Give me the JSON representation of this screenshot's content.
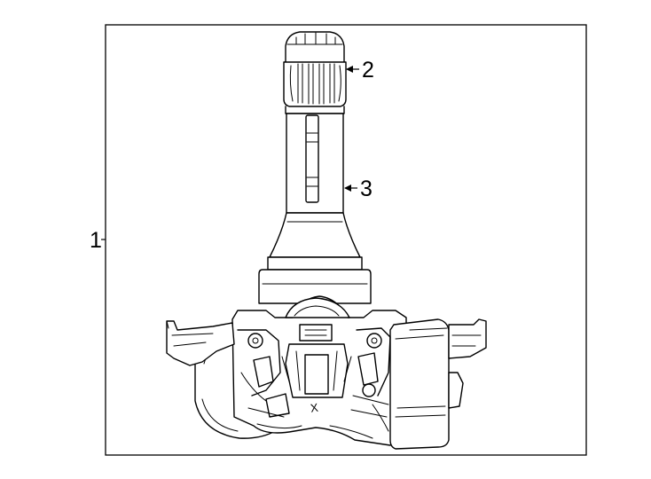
{
  "callouts": {
    "part_1": "1",
    "part_2": "2",
    "part_3": "3"
  },
  "body_marking": "X"
}
